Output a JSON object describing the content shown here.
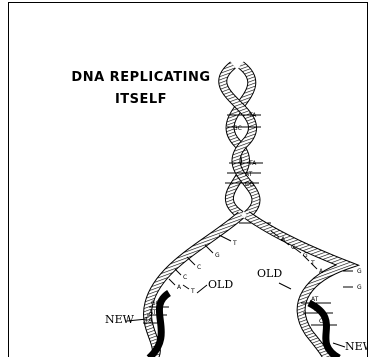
{
  "title": {
    "line1": "DNA REPLICATING",
    "line2": "ITSELF"
  },
  "labels": {
    "old_left": "OLD",
    "old_right": "OLD",
    "new_left": "NEW",
    "new_right": "NEW"
  },
  "base_pairs_top": [
    "TA",
    "GC",
    "TA",
    "AT",
    "CG",
    "TA"
  ],
  "unpaired_left": [
    "T",
    "G",
    "C",
    "C",
    "A",
    "T"
  ],
  "unpaired_right": [
    "A",
    "C",
    "G",
    "T",
    "A"
  ],
  "unpaired_far_right": [
    "G",
    "G"
  ],
  "pairs_left_bottom": [
    "GC",
    "AT",
    "TA"
  ],
  "pairs_right_bottom": [
    "AT",
    "TA",
    "CG"
  ],
  "colors": {
    "ink": "#000000",
    "background": "#ffffff"
  }
}
